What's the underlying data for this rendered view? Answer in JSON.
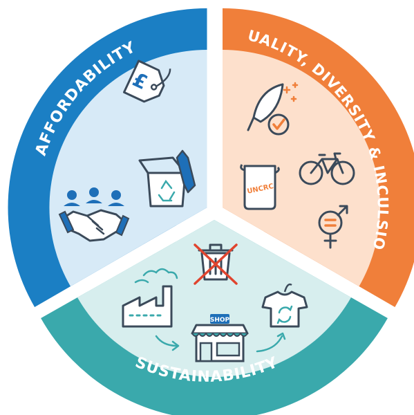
{
  "colors": {
    "affordability_ring": "#1b7fc4",
    "affordability_fill": "#d7eaf7",
    "equality_ring": "#f07f3a",
    "equality_fill": "#fde0cc",
    "sustainability_ring": "#3aa9ac",
    "sustainability_fill": "#d7eeee",
    "icon_outline": "#3b4a5a",
    "icon_blue": "#1e6fb8",
    "icon_teal": "#3aa9ac",
    "icon_orange": "#f07f3a",
    "icon_red": "#e0442e"
  },
  "segments": {
    "affordability": {
      "label": "AFFORDABILITY",
      "icons": [
        "price-tag-pound-icon",
        "recycle-box-tie-icon",
        "handshake-group-icon"
      ]
    },
    "equality": {
      "label": "EQUALITY, DIVERSITY & INCULSION",
      "icons": [
        "quill-checkmark-icon",
        "bicycle-icon",
        "uncrc-scroll-icon",
        "gender-equality-icon"
      ],
      "scroll_text": "UNCRC"
    },
    "sustainability": {
      "label": "SUSTAINABILITY",
      "icons": [
        "crossed-bin-icon",
        "factory-icon",
        "shop-icon",
        "tshirt-reuse-icon"
      ],
      "shop_text": "SHOP"
    }
  }
}
